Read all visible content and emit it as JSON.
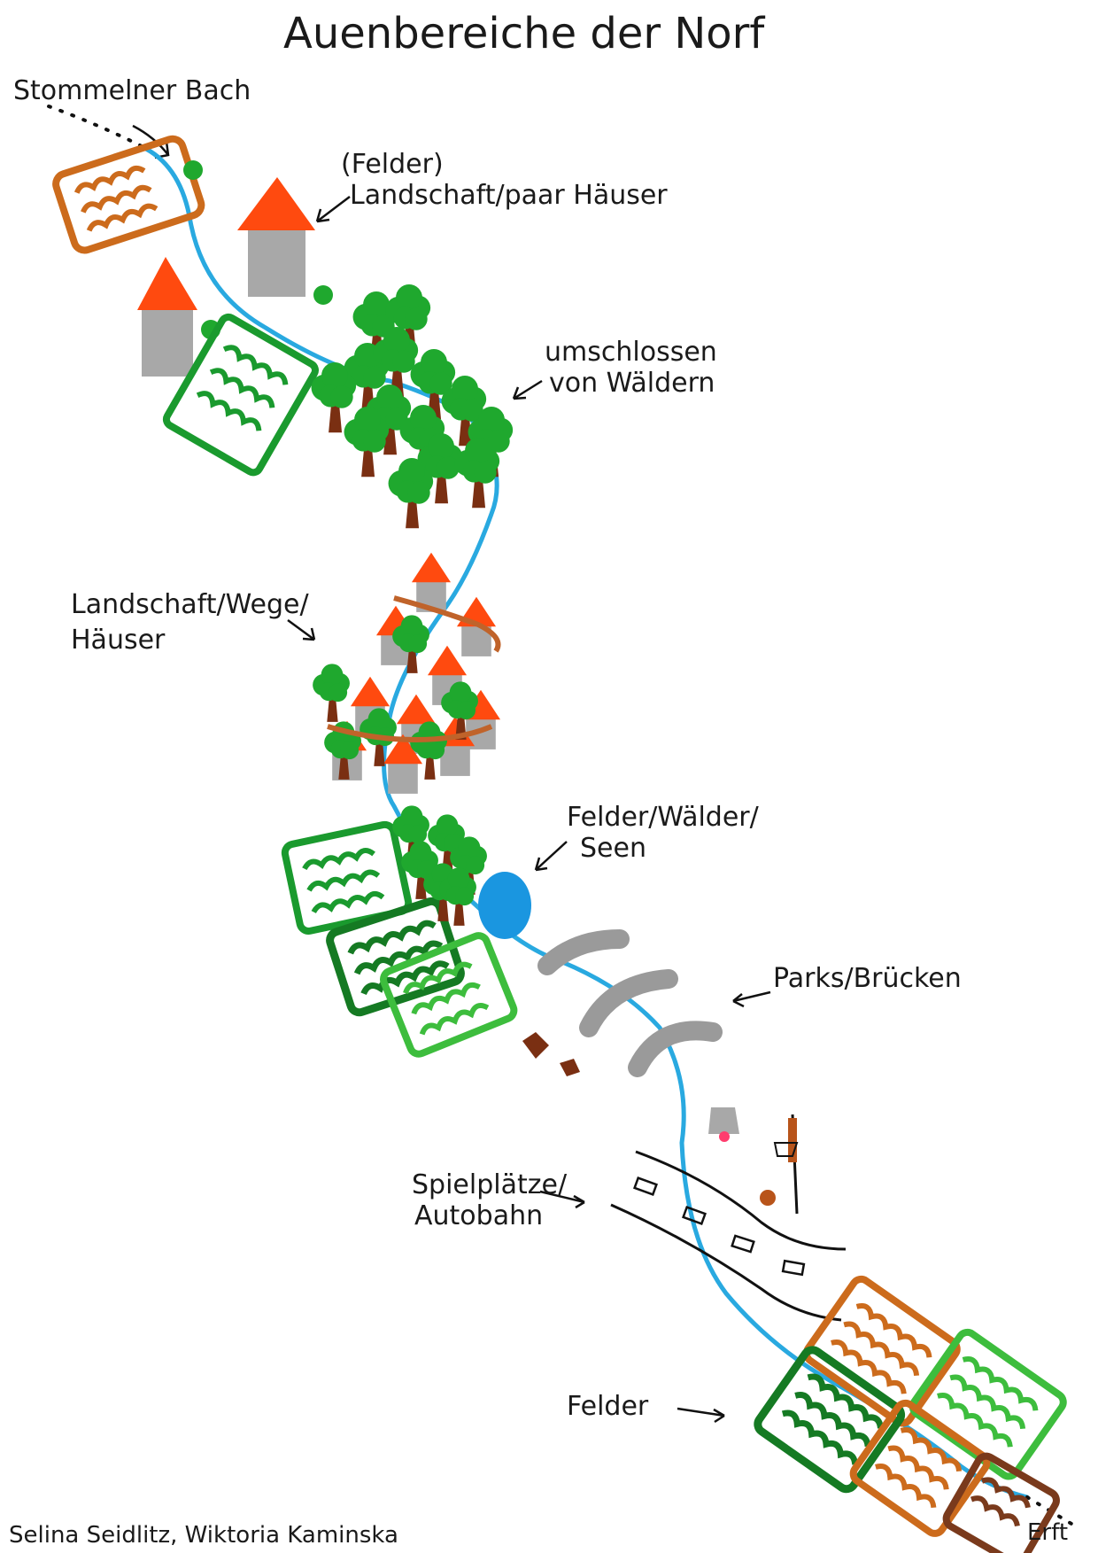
{
  "title": "Auenbereiche der Norf",
  "labels": {
    "source": "Stommelner Bach",
    "section1": [
      "(Felder)",
      "Landschaft/paar Häuser"
    ],
    "section2": [
      "umschlossen",
      "von Wäldern"
    ],
    "section3": [
      "Landschaft/Wege/",
      "Häuser"
    ],
    "section4": [
      "Felder/Wälder/",
      "Seen"
    ],
    "section5": "Parks/Brücken",
    "section6": [
      "Spielplätze/",
      "Autobahn"
    ],
    "section7": "Felder",
    "mouth": "Erft"
  },
  "authors": "Selina Seidlitz, Wiktoria Kaminska",
  "colors": {
    "river": "#29a9e0",
    "field_orange": "#cc6b1c",
    "field_green": "#1a9a2e",
    "field_light_green": "#3dbd3d",
    "field_brown": "#7a3a1c",
    "roof": "#ff4a0f",
    "house": "#a8a8a8",
    "tree_leaf": "#1fa82e",
    "tree_trunk": "#7a2f12",
    "lake": "#1a96e0",
    "bridge": "#9a9a9a",
    "path": "#c0632a"
  }
}
